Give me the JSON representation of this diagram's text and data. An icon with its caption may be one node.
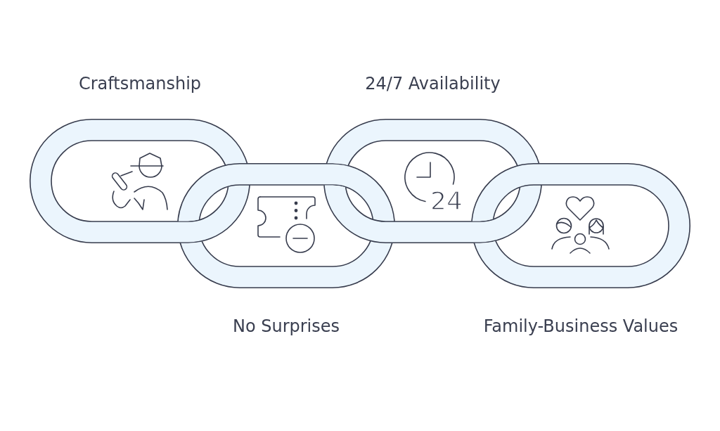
{
  "diagram": {
    "nodes": [
      {
        "text": [
          "Craftsmanship"
        ]
      },
      {
        "text": [
          "No Surprises"
        ]
      },
      {
        "text": [
          "24/7 Availability",
          "24"
        ]
      },
      {
        "text": [
          "Family-Business Values"
        ]
      }
    ]
  }
}
